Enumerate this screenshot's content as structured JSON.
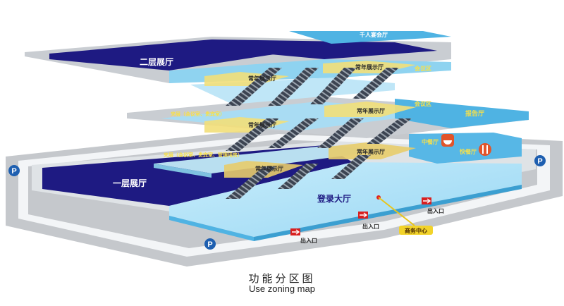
{
  "title_zh": "功能分区图",
  "title_en": "Use zoning map",
  "zones": {
    "hall_2f": "二层展厅",
    "hall_1f": "一层展厅",
    "banquet": "千人宴会厅",
    "expo_top": "常年展示厅",
    "expo_top2": "常年展示厅",
    "expo_mid": "常年展示厅",
    "expo_mid2": "常年展示厅",
    "expo_low": "常年展示厅",
    "expo_low2": "常年展示厅",
    "meeting_top": "会议区",
    "meeting_mid": "会议区",
    "report": "报告厅",
    "mezz_upper": "夹层（会议室、贵宾室）",
    "mezz_lower": "夹层（会议室、贵宾室、管理用房）",
    "chinese_rest": "中餐厅",
    "fast_food": "快餐厅",
    "lobby": "登录大厅",
    "business": "商务中心",
    "exit1": "出入口",
    "exit2": "出入口",
    "exit3": "出入口",
    "parking": "P"
  },
  "colors": {
    "navy": "#1e1a82",
    "light_blue": "#8fd3f0",
    "mid_blue": "#4fb3e3",
    "yellow": "#f2df79",
    "gray": "#b9bcc0",
    "road": "#e8ecef"
  }
}
